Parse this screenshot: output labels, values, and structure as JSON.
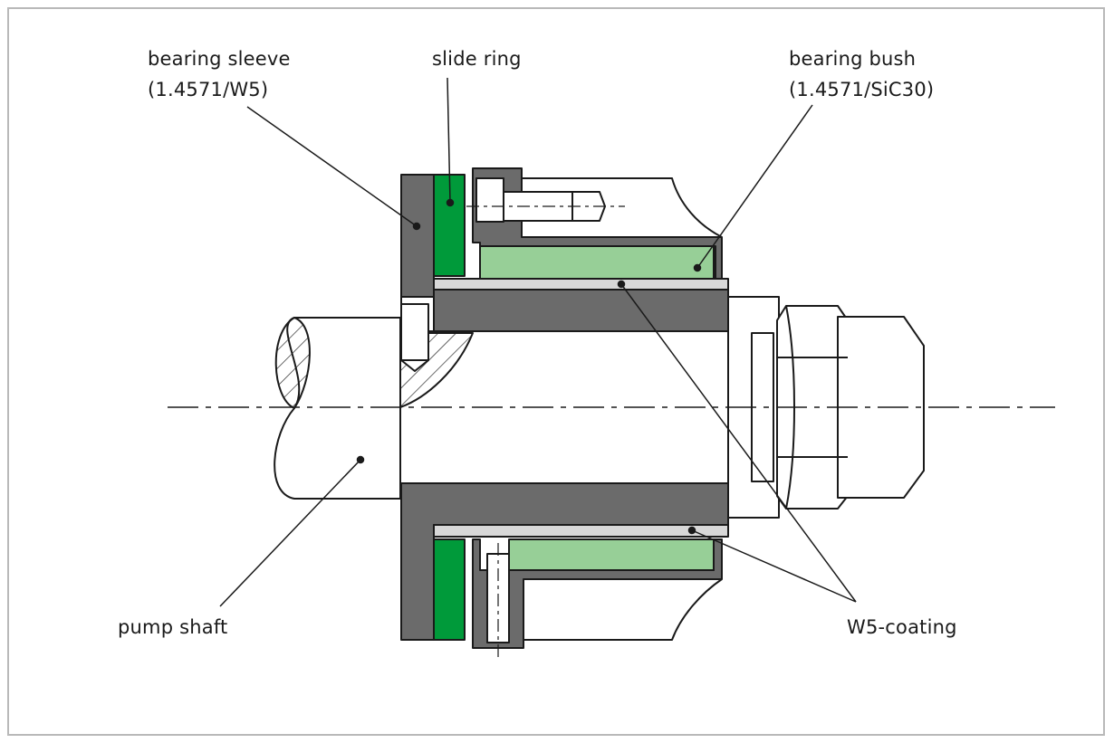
{
  "labels": {
    "bearing_sleeve": {
      "name": "bearing sleeve",
      "spec": "(1.4571/W5)"
    },
    "slide_ring": "slide ring",
    "bearing_bush": {
      "name": "bearing bush",
      "spec": "(1.4571/SiC30)"
    },
    "pump_shaft": "pump shaft",
    "w5_coating": "W5-coating"
  },
  "colors": {
    "steel_dark": "#6b6b6b",
    "slide_ring_green": "#009a3a",
    "bush_green": "#97cf97",
    "coating_gray": "#d8d8d8",
    "outline": "#1a1a1a",
    "frame": "#b9b9b9"
  }
}
